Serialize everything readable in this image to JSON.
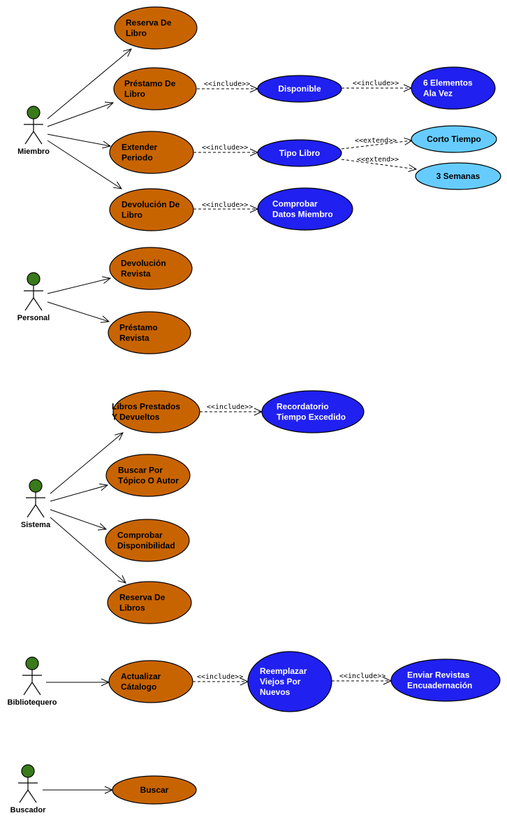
{
  "colors": {
    "primary_use_case": "#c86400",
    "included_use_case": "#2020f0",
    "extension_use_case": "#66ccff",
    "actor_head": "#3a7a1a",
    "line": "#000000"
  },
  "actors": [
    {
      "id": "miembro",
      "name": "Miembro"
    },
    {
      "id": "personal",
      "name": "Personal"
    },
    {
      "id": "sistema",
      "name": "Sistema"
    },
    {
      "id": "bibliotequero",
      "name": "Bibliotequero"
    },
    {
      "id": "buscador",
      "name": "Buscador"
    }
  ],
  "use_cases": [
    {
      "id": "reserva-libro",
      "lines": [
        "Reserva De",
        "Libro"
      ],
      "kind": "primary"
    },
    {
      "id": "prestamo-libro",
      "lines": [
        "Préstamo De",
        "Libro"
      ],
      "kind": "primary"
    },
    {
      "id": "disponible",
      "lines": [
        "Disponible"
      ],
      "kind": "included"
    },
    {
      "id": "seis-elementos",
      "lines": [
        "6 Elementos",
        "Ala Vez"
      ],
      "kind": "included"
    },
    {
      "id": "extender-periodo",
      "lines": [
        "Extender",
        "Periodo"
      ],
      "kind": "primary"
    },
    {
      "id": "tipo-libro",
      "lines": [
        "Tipo Libro"
      ],
      "kind": "included"
    },
    {
      "id": "corto-tiempo",
      "lines": [
        "Corto Tiempo"
      ],
      "kind": "extension"
    },
    {
      "id": "tres-semanas",
      "lines": [
        "3 Semanas"
      ],
      "kind": "extension"
    },
    {
      "id": "devolucion-libro",
      "lines": [
        "Devolución De",
        "Libro"
      ],
      "kind": "primary"
    },
    {
      "id": "comprobar-datos",
      "lines": [
        "Comprobar",
        "Datos Miembro"
      ],
      "kind": "included"
    },
    {
      "id": "devolucion-revista",
      "lines": [
        "Devolución",
        "Revista"
      ],
      "kind": "primary"
    },
    {
      "id": "prestamo-revista",
      "lines": [
        "Préstamo",
        "Revista"
      ],
      "kind": "primary"
    },
    {
      "id": "libros-prestados",
      "lines": [
        "Libros Prestados",
        "Y Devueltos"
      ],
      "kind": "primary"
    },
    {
      "id": "recordatorio",
      "lines": [
        "Recordatorio",
        "Tiempo Excedido"
      ],
      "kind": "included"
    },
    {
      "id": "buscar-topico",
      "lines": [
        "Buscar Por",
        "Tópico O Autor"
      ],
      "kind": "primary"
    },
    {
      "id": "comprobar-disponibilidad",
      "lines": [
        "Comprobar",
        "Disponibilidad"
      ],
      "kind": "primary"
    },
    {
      "id": "reserva-libros",
      "lines": [
        "Reserva De",
        "Libros"
      ],
      "kind": "primary"
    },
    {
      "id": "actualizar-catalogo",
      "lines": [
        "Actualizar",
        "Cátalogo"
      ],
      "kind": "primary"
    },
    {
      "id": "reemplazar",
      "lines": [
        "Reemplazar",
        "Viejos Por",
        "Nuevos"
      ],
      "kind": "included"
    },
    {
      "id": "enviar-revistas",
      "lines": [
        "Enviar Revistas",
        "Encuadernación"
      ],
      "kind": "included"
    },
    {
      "id": "buscar",
      "lines": [
        "Buscar"
      ],
      "kind": "primary"
    }
  ],
  "associations": [
    {
      "from": "miembro",
      "to": "reserva-libro"
    },
    {
      "from": "miembro",
      "to": "prestamo-libro"
    },
    {
      "from": "miembro",
      "to": "extender-periodo"
    },
    {
      "from": "miembro",
      "to": "devolucion-libro"
    },
    {
      "from": "personal",
      "to": "devolucion-revista"
    },
    {
      "from": "personal",
      "to": "prestamo-revista"
    },
    {
      "from": "sistema",
      "to": "libros-prestados"
    },
    {
      "from": "sistema",
      "to": "buscar-topico"
    },
    {
      "from": "sistema",
      "to": "comprobar-disponibilidad"
    },
    {
      "from": "sistema",
      "to": "reserva-libros"
    },
    {
      "from": "bibliotequero",
      "to": "actualizar-catalogo"
    },
    {
      "from": "buscador",
      "to": "buscar"
    }
  ],
  "relationships": [
    {
      "from": "prestamo-libro",
      "to": "disponible",
      "label": "<<include>>"
    },
    {
      "from": "disponible",
      "to": "seis-elementos",
      "label": "<<include>>"
    },
    {
      "from": "extender-periodo",
      "to": "tipo-libro",
      "label": "<<include>>"
    },
    {
      "from": "tipo-libro",
      "to": "corto-tiempo",
      "label": "<<extend>>"
    },
    {
      "from": "tipo-libro",
      "to": "tres-semanas",
      "label": "<<extend>>"
    },
    {
      "from": "devolucion-libro",
      "to": "comprobar-datos",
      "label": "<<include>>"
    },
    {
      "from": "libros-prestados",
      "to": "recordatorio",
      "label": "<<include>>"
    },
    {
      "from": "actualizar-catalogo",
      "to": "reemplazar",
      "label": "<<include>>"
    },
    {
      "from": "reemplazar",
      "to": "enviar-revistas",
      "label": "<<include>>"
    }
  ]
}
